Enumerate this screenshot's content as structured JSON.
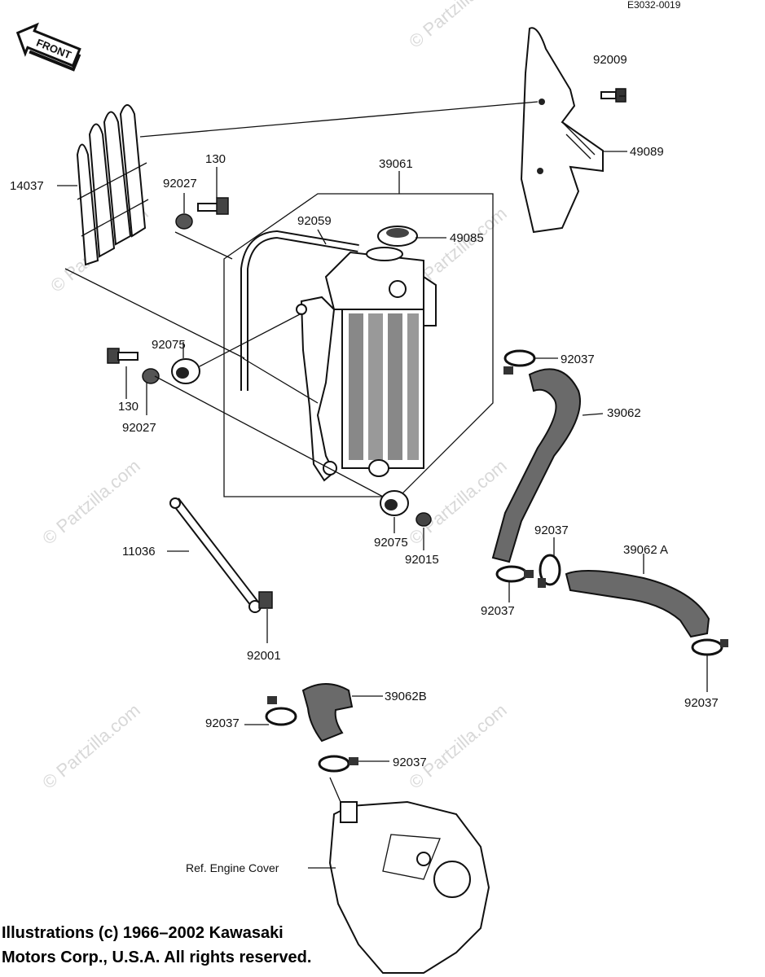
{
  "drawing_code": "E3032-0019",
  "front_label": "FRONT",
  "labels": {
    "p92009": "92009",
    "p49089": "49089",
    "p14037": "14037",
    "p92027a": "92027",
    "p130a": "130",
    "p39061": "39061",
    "p92059": "92059",
    "p49085": "49085",
    "p92075a": "92075",
    "p130b": "130",
    "p92027b": "92027",
    "p92037a": "92037",
    "p39062": "39062",
    "p11036": "11036",
    "p92075b": "92075",
    "p92015": "92015",
    "p92037b": "92037",
    "p39062A": "39062 A",
    "p92037c": "92037",
    "p92001": "92001",
    "p92037d": "92037",
    "p39062B": "39062B",
    "p92037e": "92037",
    "p92037f": "92037",
    "ref_engine_cover": "Ref. Engine Cover"
  },
  "watermark": "© Partzilla.com",
  "caption": {
    "line1": "Illustrations (c) 1966–2002 Kawasaki",
    "line2": "Motors Corp., U.S.A.  All rights reserved."
  }
}
